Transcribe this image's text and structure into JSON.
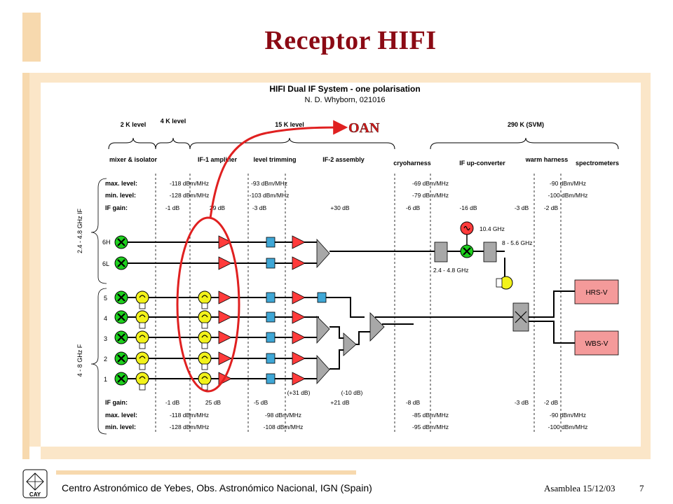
{
  "slide": {
    "title": "Receptor HIFI",
    "footer_left": "Centro Astronómico de Yebes, Obs. Astronómico Nacional, IGN (Spain)",
    "footer_right": "Asamblea 15/12/03",
    "page_number": "7",
    "logo_text": "CAY",
    "accent_color": "#8b0a14",
    "frame_color": "#f7d9ae",
    "oan_color": "#e02020"
  },
  "diagram": {
    "title": "HIFI Dual IF System - one polarisation",
    "author": "N. D. Whyborn, 021016",
    "oan_label": "OAN",
    "levels": [
      "2 K level",
      "4 K level",
      "15 K level",
      "290 K (SVM)"
    ],
    "stages": [
      "mixer & isolator",
      "IF-1 amplifier",
      "level trimming",
      "IF-2 assembly",
      "cryoharness",
      "IF up-converter",
      "warm harness",
      "spectrometers"
    ],
    "band_labels": [
      "2.4 - 4.8 GHz IF",
      "4 - 8 GHz F"
    ],
    "top_rows": {
      "max_label": "max. level:",
      "min_label": "min. level:",
      "gain_label": "IF gain:",
      "max_values": [
        "-118 dBm/MHz",
        "-93 dBm/MHz",
        "-69 dBm/MHz",
        "-90 dBm/MHz"
      ],
      "min_values": [
        "-128 dBm/MHz",
        "-103 dBm/MHz",
        "-79 dBm/MHz",
        "-100 dBm/MHz"
      ],
      "gain_values": [
        "-1 dB",
        "29 dB",
        "-3 dB",
        "+30 dB",
        "-6 dB",
        "-16 dB",
        "-3 dB",
        "-2 dB"
      ]
    },
    "bottom_rows": {
      "gain_label": "IF gain:",
      "max_label": "max. level:",
      "min_label": "min. level:",
      "gain_values": [
        "-1 dB",
        "25 dB",
        "-5 dB",
        "+21 dB",
        "-8 dB",
        "-3 dB",
        "-2 dB"
      ],
      "max_values": [
        "-118 dBm/MHz",
        "-98 dBm/MHz",
        "-85 dBm/MHz",
        "-90 dBm/MHz"
      ],
      "min_values": [
        "-128 dBm/MHz",
        "-108 dBm/MHz",
        "-95 dBm/MHz",
        "-100 dBm/MHz"
      ]
    },
    "channels": {
      "high": [
        "6H",
        "6L"
      ],
      "low": [
        "5",
        "4",
        "3",
        "2",
        "1"
      ]
    },
    "annotations": {
      "lo_freq": "10.4 GHz",
      "out_band": "8 - 5.6 GHz",
      "in_band": "2.4 - 4.8 GHz",
      "gain_plus": "(+31 dB)",
      "gain_minus": "(-10 dB)"
    },
    "outputs": [
      "HRS-V",
      "WBS-V"
    ]
  }
}
